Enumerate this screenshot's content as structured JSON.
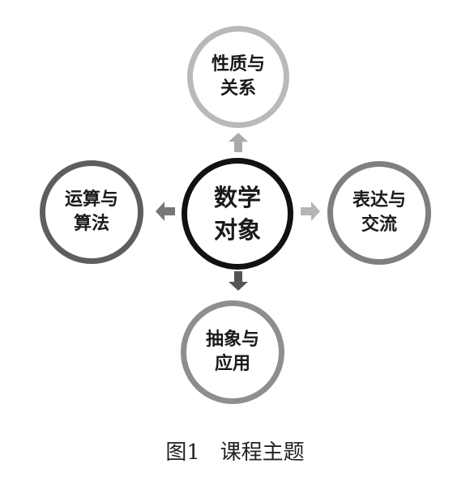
{
  "diagram": {
    "center": {
      "line1": "数学",
      "line2": "对象"
    },
    "top": {
      "line1": "性质与",
      "line2": "关系"
    },
    "left": {
      "line1": "运算与",
      "line2": "算法"
    },
    "right": {
      "line1": "表达与",
      "line2": "交流"
    },
    "bottom": {
      "line1": "抽象与",
      "line2": "应用"
    }
  },
  "colors": {
    "center_ring": "#111111",
    "top_ring": "#b9b9b9",
    "left_ring": "#5e5e5e",
    "right_ring": "#7f7f7f",
    "bottom_ring": "#8e8e8e",
    "arrow_up": "#aaaaaa",
    "arrow_left": "#777777",
    "arrow_right": "#b5b5b5",
    "arrow_down": "#555555"
  },
  "caption": "图1   课程主题"
}
